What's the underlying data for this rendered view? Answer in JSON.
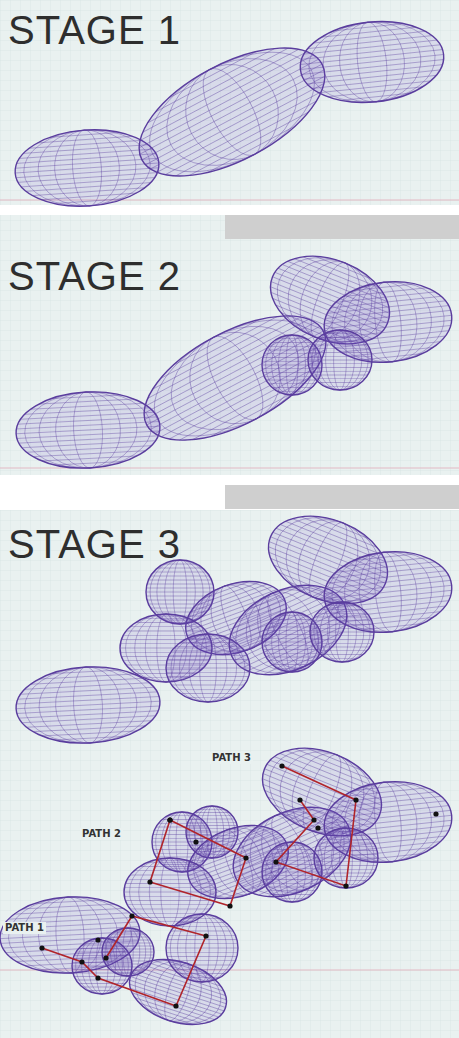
{
  "diagram": {
    "labels": [
      "STAGE 1",
      "STAGE 2",
      "STAGE 3",
      "PATH 3",
      "PATH 2",
      "PATH 1"
    ]
  }
}
